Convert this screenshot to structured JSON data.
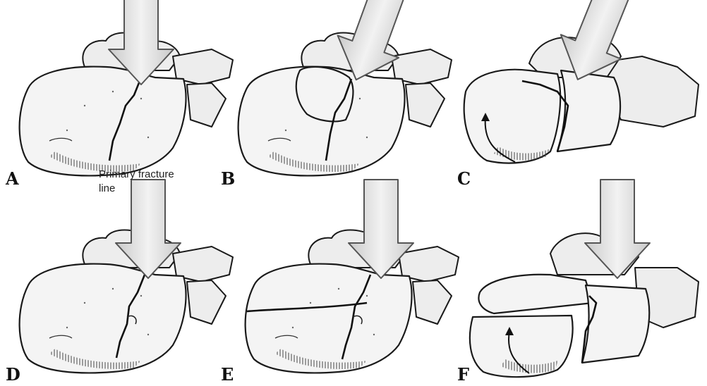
{
  "figure": {
    "panels": [
      {
        "letter": "A"
      },
      {
        "letter": "B"
      },
      {
        "letter": "C"
      },
      {
        "letter": "D"
      },
      {
        "letter": "E"
      },
      {
        "letter": "F"
      }
    ],
    "annotation": "Primary fracture",
    "annotation_line2": "line"
  },
  "colors": {
    "bone_fill": "#f4f4f4",
    "outline": "#1a1a1a",
    "arrow_fill": "#d9d9d9"
  },
  "icons": {
    "force_arrow": "down-arrow-icon",
    "rotation_arrow": "curved-arrow-icon"
  }
}
